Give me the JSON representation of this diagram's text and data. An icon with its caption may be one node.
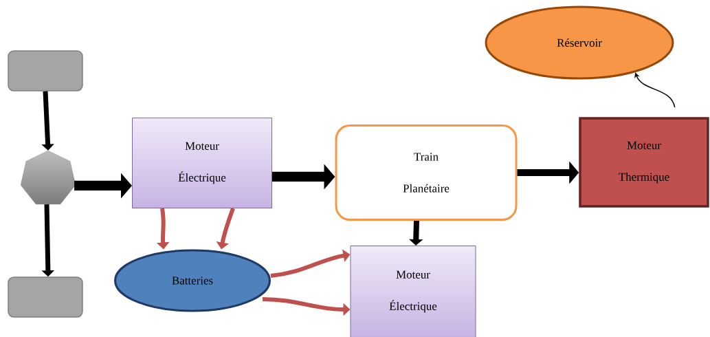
{
  "diagram": {
    "nodes": [
      {
        "text": [],
        "shape": "box"
      },
      {
        "text": [],
        "shape": "heptagon"
      },
      {
        "text": [],
        "shape": "box"
      },
      {
        "text": [
          "Moteur Électrique"
        ]
      },
      {
        "text": [
          "Batteries"
        ]
      },
      {
        "text": [
          "Train Planétaire"
        ]
      },
      {
        "text": [
          "Moteur Électrique"
        ]
      },
      {
        "text": [
          "Moteur Thermique"
        ]
      },
      {
        "text": [
          "Réservoir"
        ]
      }
    ],
    "edges": [
      {
        "from": 0,
        "to": 1,
        "arrow": "to"
      },
      {
        "from": 1,
        "to": 2,
        "arrow": "to"
      },
      {
        "from": 1,
        "to": 3,
        "arrow": "to",
        "style": "thick"
      },
      {
        "from": 3,
        "to": 5,
        "arrow": "to",
        "style": "thick"
      },
      {
        "from": 5,
        "to": 7,
        "arrow": "to"
      },
      {
        "from": 5,
        "to": 6,
        "arrow": "to"
      },
      {
        "from": 3,
        "to": 4,
        "arrow": "to",
        "color": "#c0504d"
      },
      {
        "from": 3,
        "to": 4,
        "arrow": "to",
        "color": "#c0504d"
      },
      {
        "from": 4,
        "to": 6,
        "arrow": "to",
        "color": "#c0504d"
      },
      {
        "from": 4,
        "to": 6,
        "arrow": "to",
        "color": "#c0504d"
      },
      {
        "from": 7,
        "to": 8,
        "arrow": "to"
      }
    ]
  }
}
